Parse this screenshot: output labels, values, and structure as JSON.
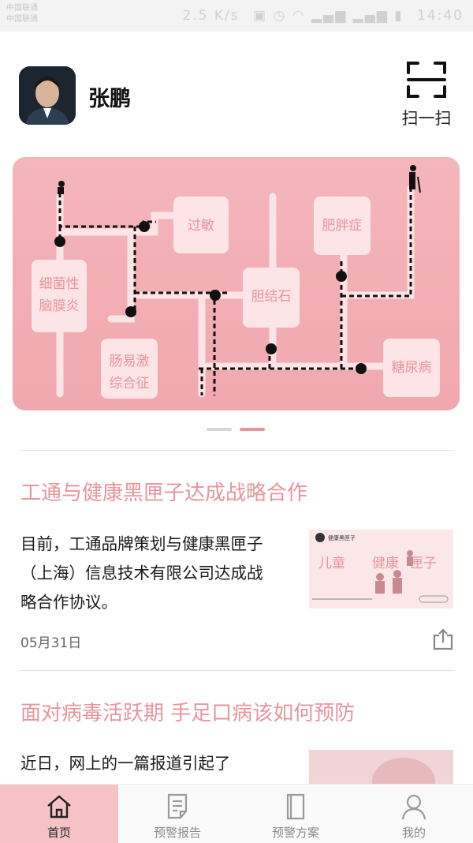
{
  "status_bar": {
    "carrier_1": "中国联通",
    "carrier_2": "中国联通",
    "speed": "2.5 K/s",
    "time": "14:40"
  },
  "header": {
    "user_name": "张鹏",
    "scan_label": "扫一扫"
  },
  "banner": {
    "labels": [
      "过敏",
      "肥胖症",
      "细菌性",
      "脑膜炎",
      "胆结石",
      "肠易激",
      "综合征",
      "糖尿病"
    ],
    "active_slide": 2,
    "slide_count": 2
  },
  "news": [
    {
      "title": "工通与健康黑匣子达成战略合作",
      "summary": "目前，工通品牌策划与健康黑匣子（上海）信息技术有限公司达成战略合作协议。",
      "date": "05月31日",
      "thumb_text": {
        "logo": "健康黑匣子",
        "headline_a": "儿童",
        "headline_b": "健康",
        "headline_c": "匣子"
      }
    },
    {
      "title": "面对病毒活跃期 手足口病该如何预防",
      "summary": "近日，网上的一篇报道引起了"
    }
  ],
  "tabbar": {
    "tabs": [
      {
        "label": "首页",
        "icon": "home-icon",
        "active": true
      },
      {
        "label": "预警报告",
        "icon": "report-icon",
        "active": false
      },
      {
        "label": "预警方案",
        "icon": "book-icon",
        "active": false
      },
      {
        "label": "我的",
        "icon": "person-icon",
        "active": false
      }
    ]
  },
  "colors": {
    "accent": "#e8959c",
    "banner_bg": "#f2adb2",
    "active_tab_bg": "#f6c2c5"
  }
}
